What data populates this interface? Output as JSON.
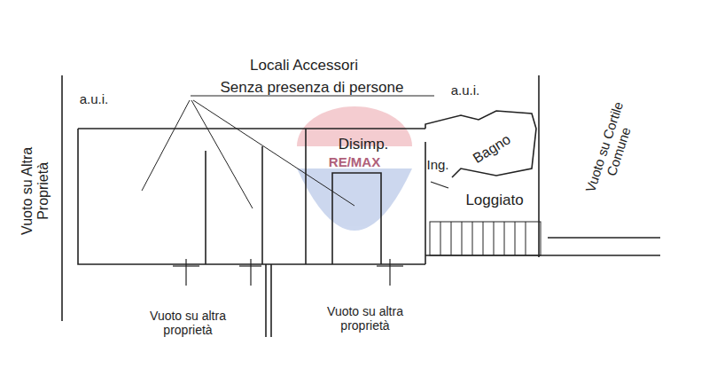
{
  "diagram": {
    "nodes": [
      {
        "text": [
          "Disimp."
        ]
      },
      {
        "text": [
          "Bagno"
        ]
      },
      {
        "text": [
          "Loggiato"
        ]
      }
    ],
    "labels": [
      "Locali Accessori",
      "Senza presenza di persone",
      "a.u.i.",
      "a.u.i.",
      "Vuoto su Altra Proprietà",
      "Ing.",
      "Vuoto su Cortile Comune",
      "Vuoto su altra proprietà",
      "Vuoto su altra proprietà",
      "RE/MAX"
    ]
  }
}
